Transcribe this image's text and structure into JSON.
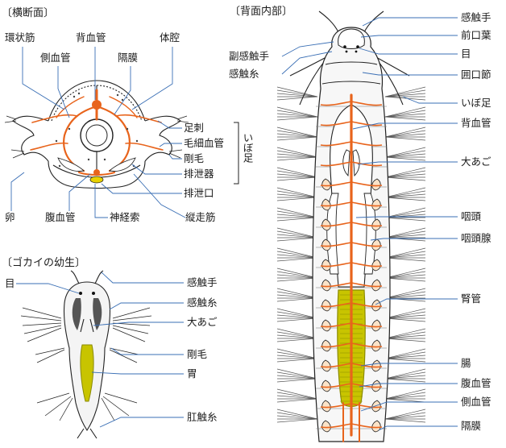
{
  "colors": {
    "vessel": "#e8641c",
    "gut": "#c8c400",
    "gut_outline": "#8a8a00",
    "leader": "#3a6fb5",
    "ink": "#222222",
    "gland": "#fbe3c8"
  },
  "cross_section": {
    "header": "〔横断面〕",
    "labels": {
      "circular_muscle": "環状筋",
      "dorsal_vessel": "背血管",
      "coelom": "体腔",
      "lateral_vessel": "側血管",
      "septum": "隔膜",
      "acicula": "足刺",
      "capillary": "毛細血管",
      "chaeta": "剛毛",
      "excretory_organ": "排泄器",
      "excretory_pore": "排泄口",
      "egg": "卵",
      "ventral_vessel": "腹血管",
      "nerve_cord": "神経索",
      "longitudinal_muscle": "縦走筋",
      "parapodium_group": "いぼ足"
    }
  },
  "larva": {
    "header": "〔ゴカイの幼生〕",
    "labels": {
      "eye": "目",
      "tentacle": "感触手",
      "tentacular_cirrus": "感触糸",
      "jaw": "大あご",
      "chaeta": "剛毛",
      "stomach": "胃",
      "anal_cirrus": "肛触糸"
    }
  },
  "dorsal_view": {
    "header": "〔背面内部〕",
    "labels": {
      "tentacle": "感触手",
      "prostomium": "前口葉",
      "palp": "副感触手",
      "eye": "目",
      "tentacular_cirrus": "感触糸",
      "peristomium": "囲口節",
      "parapodium": "いぼ足",
      "dorsal_vessel": "背血管",
      "jaw": "大あご",
      "pharynx": "咽頭",
      "pharyngeal_gland": "咽頭腺",
      "nephridium": "腎管",
      "intestine": "腸",
      "ventral_vessel": "腹血管",
      "lateral_vessel": "側血管",
      "septum": "隔膜"
    }
  }
}
